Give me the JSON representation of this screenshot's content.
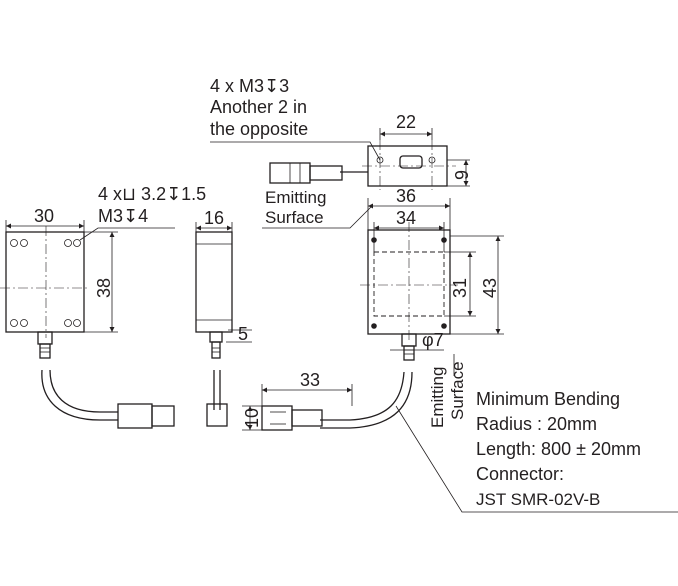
{
  "callouts": {
    "top_holes_line1": "4 x M3↧3",
    "top_holes_line2": "Another 2 in",
    "top_holes_line3": "the opposite",
    "left_holes_line1": "4 x⊔ 3.2↧1.5",
    "left_holes_line2": "M3↧4",
    "emitting_surface_top_1": "Emitting",
    "emitting_surface_top_2": "Surface",
    "emitting_surface_side_1": "Emitting",
    "emitting_surface_side_2": "Surface"
  },
  "dimensions": {
    "d22": "22",
    "d9": "9",
    "d30": "30",
    "d38": "38",
    "d16": "16",
    "d5": "5",
    "d36": "36",
    "d34": "34",
    "d31": "31",
    "d43": "43",
    "d_phi7": "φ7",
    "d33": "33",
    "d10": "10"
  },
  "notes": {
    "line1": "Minimum Bending",
    "line2": "Radius : 20mm",
    "line3": "Length: 800 ± 20mm",
    "line4": "Connector:",
    "line5": "JST SMR-02V-B"
  }
}
